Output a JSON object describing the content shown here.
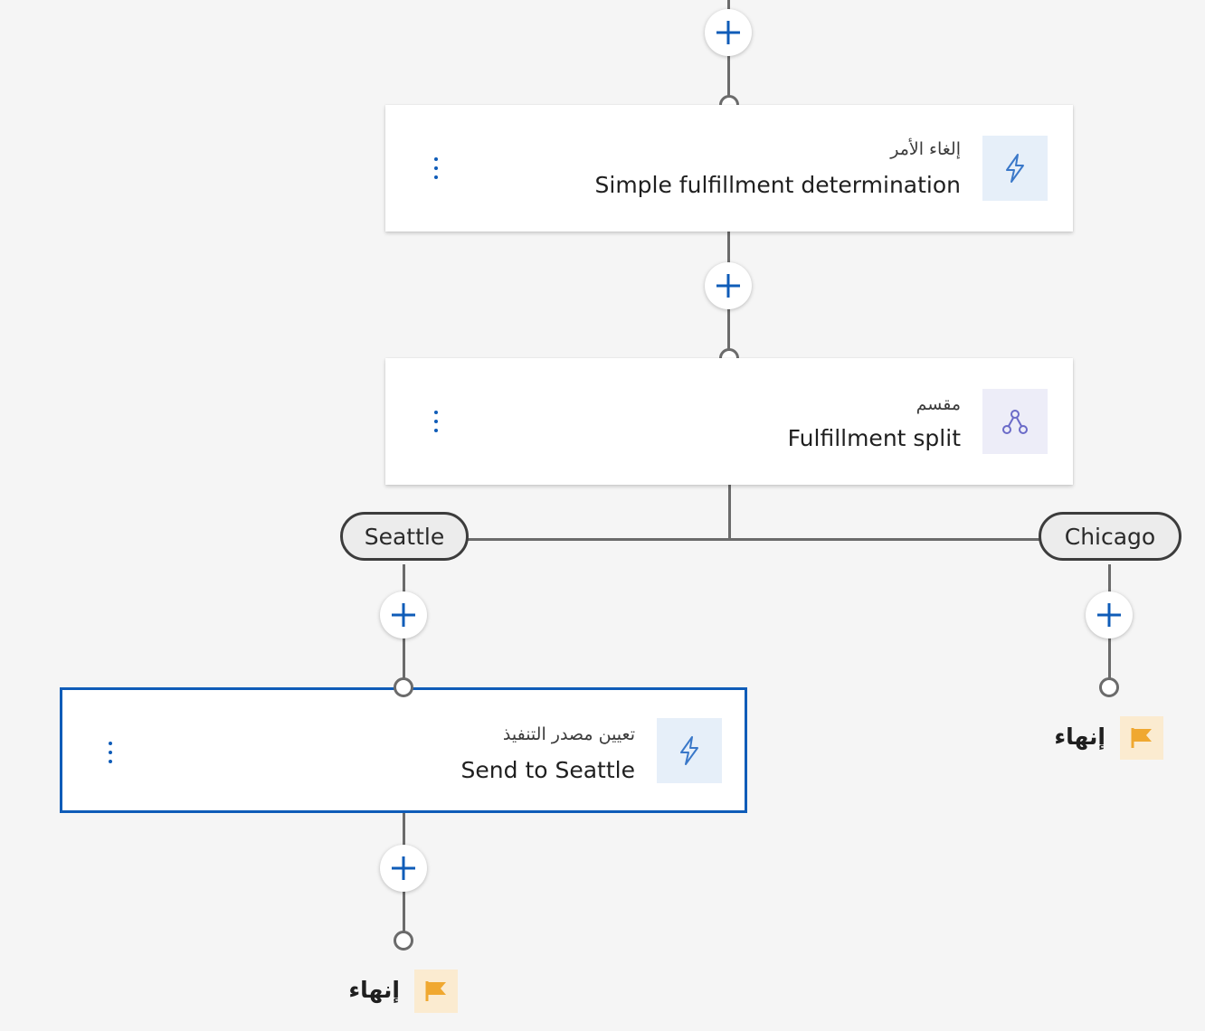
{
  "colors": {
    "accent": "#0f5cb8",
    "connector": "#6b6b6b",
    "action_icon_bg": "#e6eff9",
    "split_icon_bg": "#ededf8",
    "end_flag_bg": "#fbebd0",
    "end_flag": "#f0a830"
  },
  "steps": [
    {
      "type_label": "إلغاء الأمر",
      "title": "Simple fulfillment determination",
      "icon": "lightning-icon"
    },
    {
      "type_label": "مقسم",
      "title": "Fulfillment split",
      "icon": "split-icon"
    },
    {
      "type_label": "تعيين مصدر التنفيذ",
      "title": "Send to Seattle",
      "icon": "lightning-icon",
      "selected": true
    }
  ],
  "branches": [
    {
      "label": "Seattle"
    },
    {
      "label": "Chicago"
    }
  ],
  "end_label": "إنهاء",
  "icons": {
    "add": "plus-icon",
    "more": "more-vertical-icon",
    "end": "flag-icon"
  }
}
